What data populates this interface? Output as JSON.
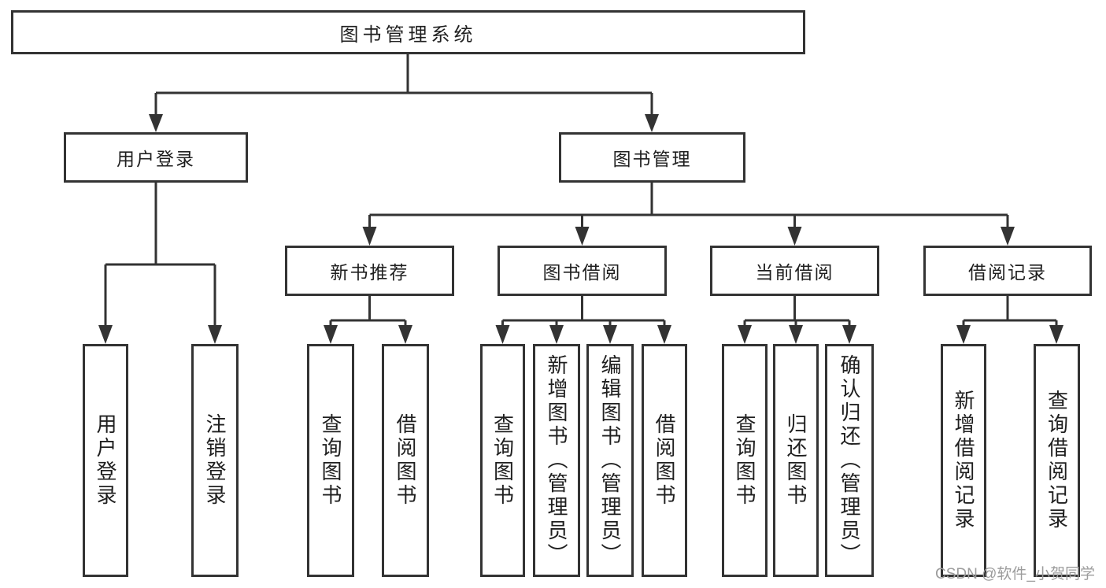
{
  "nodes": {
    "root": {
      "label": "图书管理系统"
    },
    "l2": [
      {
        "label": "用户登录"
      },
      {
        "label": "图书管理"
      }
    ],
    "l3": [
      {
        "label": "新书推荐"
      },
      {
        "label": "图书借阅"
      },
      {
        "label": "当前借阅"
      },
      {
        "label": "借阅记录"
      }
    ],
    "leaves": [
      {
        "label": "用户登录"
      },
      {
        "label": "注销登录"
      },
      {
        "label": "查询图书"
      },
      {
        "label": "借阅图书"
      },
      {
        "label": "查询图书"
      },
      {
        "label": "新增图书（管理员）"
      },
      {
        "label": "编辑图书（管理员）"
      },
      {
        "label": "借阅图书"
      },
      {
        "label": "查询图书"
      },
      {
        "label": "归还图书"
      },
      {
        "label": "确认归还（管理员）"
      },
      {
        "label": "新增借阅记录"
      },
      {
        "label": "查询借阅记录"
      }
    ]
  },
  "watermark": {
    "text": "CSDN @软件_小贺同学"
  },
  "colors": {
    "line": "#333333",
    "border": "#333333",
    "box_fill": "#ffffff",
    "text": "#1f1f1f",
    "background": "#ffffff",
    "watermark_gray": "#9c9c9c"
  }
}
